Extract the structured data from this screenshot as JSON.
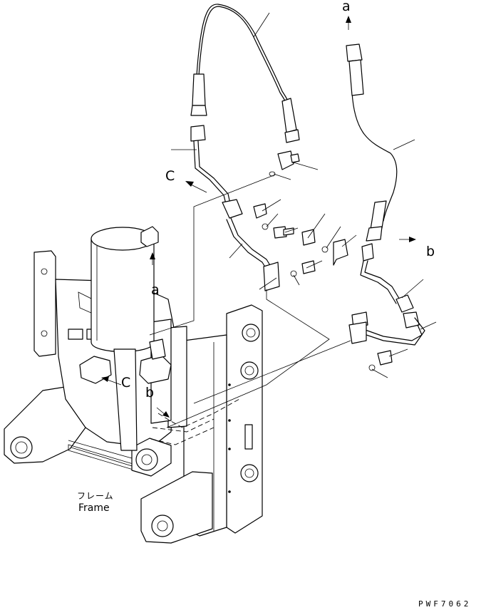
{
  "labels": {
    "callout_a_top": "a",
    "callout_a_side": "a",
    "callout_b_right": "b",
    "callout_b_frame": "b",
    "callout_c_top": "C",
    "callout_c_frame": "C",
    "frame_jp": "フレーム",
    "frame_en": "Frame",
    "drawing_id": "PWF7062"
  },
  "colors": {
    "ink": "#000000",
    "paper": "#ffffff"
  }
}
